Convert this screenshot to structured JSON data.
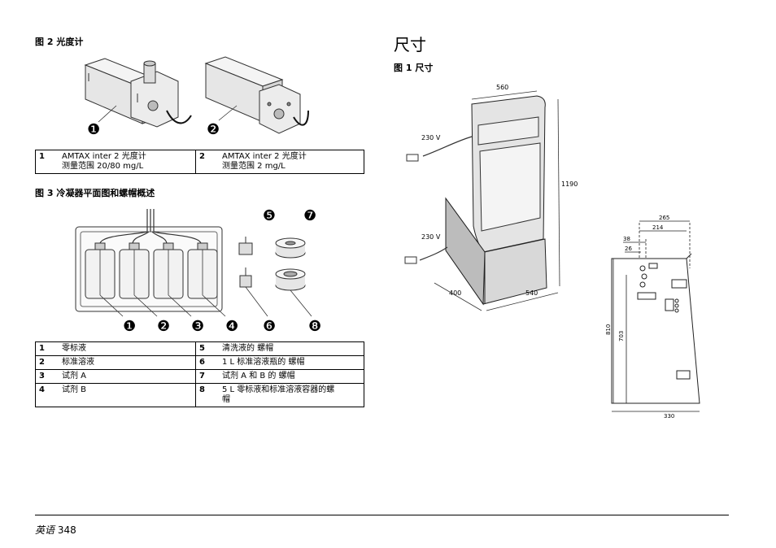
{
  "fig2": {
    "caption": "图 2 光度计",
    "callouts": [
      "❶",
      "❷"
    ],
    "legend": [
      {
        "num": "1",
        "lines": [
          "AMTAX inter 2 光度计",
          "测量范围 20/80 mg/L"
        ]
      },
      {
        "num": "2",
        "lines": [
          "AMTAX inter 2 光度计",
          "测量范围 2 mg/L"
        ]
      }
    ]
  },
  "fig3": {
    "caption": "图 3 冷凝器平面图和螺帽概述",
    "callouts": [
      "❶",
      "❷",
      "❸",
      "❹",
      "❺",
      "❻",
      "❼",
      "❽"
    ],
    "legend": [
      {
        "n1": "1",
        "t1": "零标液",
        "n2": "5",
        "t2": "清洗液的 螺帽"
      },
      {
        "n1": "2",
        "t1": "标准溶液",
        "n2": "6",
        "t2": "1 L 标准溶液瓶的 螺帽"
      },
      {
        "n1": "3",
        "t1": "试剂 A",
        "n2": "7",
        "t2": "试剂 A 和 B 的 螺帽"
      },
      {
        "n1": "4",
        "t1": "试剂 B",
        "n2": "8",
        "t2a": "5 L 零标液和标准溶液容器的螺",
        "t2b": "帽"
      }
    ]
  },
  "section": {
    "title": "尺寸",
    "caption": "图 1 尺寸"
  },
  "dims_front": {
    "width_top": "560",
    "height": "1190",
    "power_upper": "230 V",
    "power_lower": "230 V",
    "depth": "400",
    "base_width": "540"
  },
  "dims_side": {
    "top1": "265",
    "top2": "214",
    "d38": "38",
    "d26": "26",
    "h810": "810",
    "h703": "703",
    "bottom": "330"
  },
  "footer": {
    "lang": "英语",
    "page": "348"
  }
}
